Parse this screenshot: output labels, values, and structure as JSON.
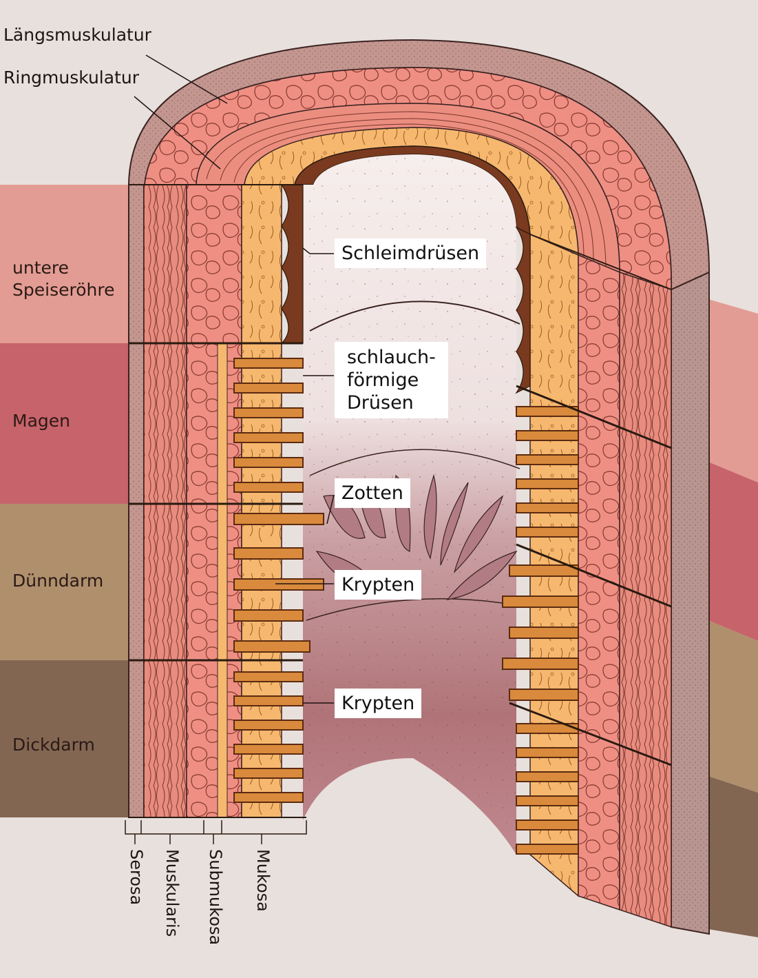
{
  "muscle_labels": {
    "longitudinal": "Längsmuskulatur",
    "circular": "Ringmuskulatur"
  },
  "regions": {
    "esophagus": "untere\nSpeiseröhre",
    "stomach": "Magen",
    "small_intestine": "Dünndarm",
    "large_intestine": "Dickdarm"
  },
  "callouts": {
    "mucus_glands": "Schleimdrüsen",
    "tubular_glands": "schlauch-\nförmige\nDrüsen",
    "villi": "Zotten",
    "crypts_small": "Krypten",
    "crypts_large": "Krypten"
  },
  "layers": {
    "serosa": "Serosa",
    "muscularis": "Muskularis",
    "submucosa": "Submukosa",
    "mucosa": "Mukosa"
  },
  "colors": {
    "esophagus_band": "#e39c93",
    "stomach_band": "#c7636a",
    "small_intestine_band": "#b08f6c",
    "large_intestine_band": "#826652",
    "muscle": "#ef8f84",
    "submucosa": "#f5b56d",
    "serosa": "#bf8f86",
    "mucosa_dark": "#7a3a1f"
  }
}
